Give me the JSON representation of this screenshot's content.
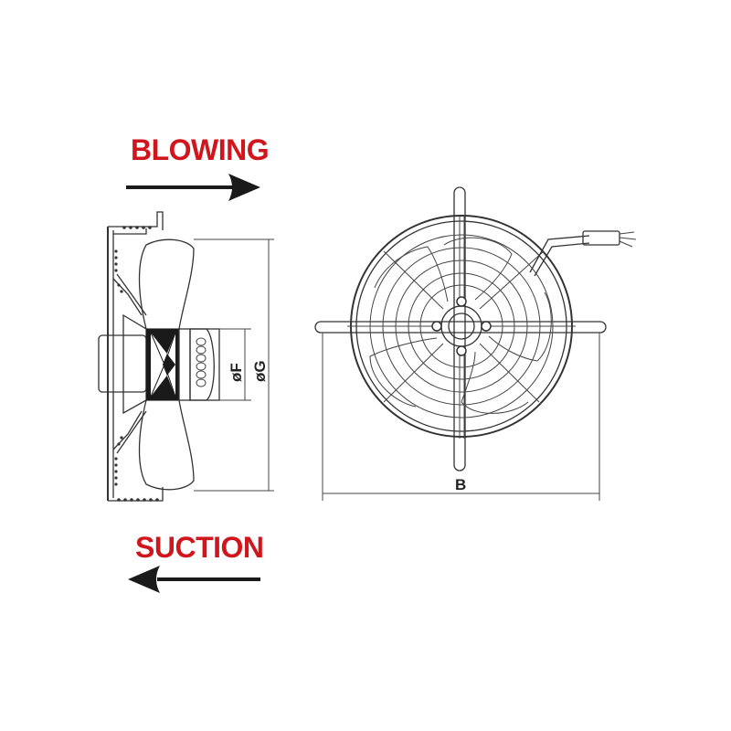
{
  "labels": {
    "blowing": "BLOWING",
    "suction": "SUCTION",
    "dim_f": "øF",
    "dim_g": "øG",
    "dim_b": "B"
  },
  "colors": {
    "direction_text": "#d0161c",
    "arrow": "#1a1a1a",
    "line": "#333333"
  }
}
